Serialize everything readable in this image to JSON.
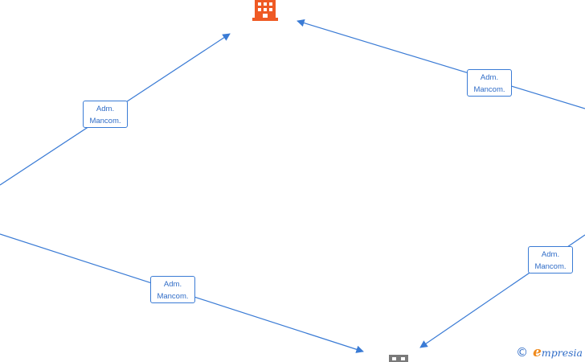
{
  "diagram": {
    "nodes": [
      {
        "id": "company-top",
        "icon": "building-icon",
        "color": "#ef5a24"
      },
      {
        "id": "company-bottom",
        "icon": "building-icon",
        "color": "#7a7a7a"
      }
    ],
    "edges": [
      {
        "id": "edge-left-top",
        "label_line1": "Adm.",
        "label_line2": "Mancom."
      },
      {
        "id": "edge-right-top",
        "label_line1": "Adm.",
        "label_line2": "Mancom."
      },
      {
        "id": "edge-left-bottom",
        "label_line1": "Adm.",
        "label_line2": "Mancom."
      },
      {
        "id": "edge-right-bottom",
        "label_line1": "Adm.",
        "label_line2": "Mancom."
      }
    ],
    "edge_color": "#3a7bd5"
  },
  "watermark": {
    "symbol": "©",
    "brand_initial": "e",
    "brand_rest": "mpresia"
  }
}
